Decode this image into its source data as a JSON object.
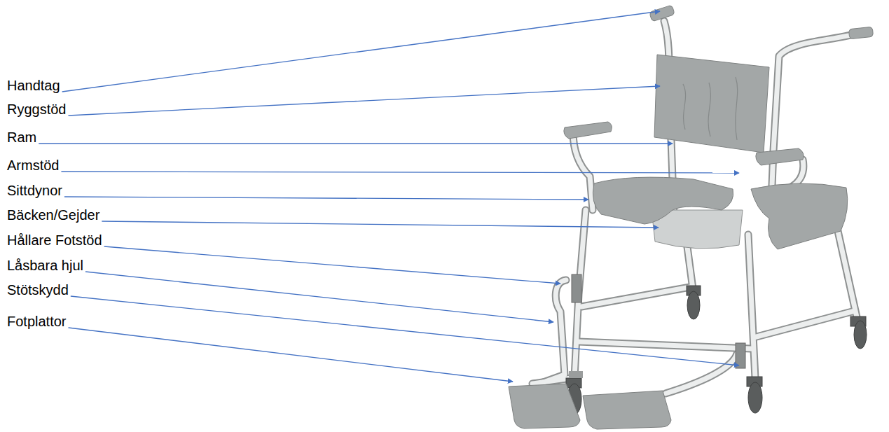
{
  "diagram": {
    "labels": [
      "Handtag",
      "Ryggstöd",
      "Ram",
      "Armstöd",
      "Sittdynor",
      "Bäcken/Gejder",
      "Hållare Fotstöd",
      "Låsbara hjul",
      "Stötskydd",
      "Fotplattor"
    ]
  }
}
